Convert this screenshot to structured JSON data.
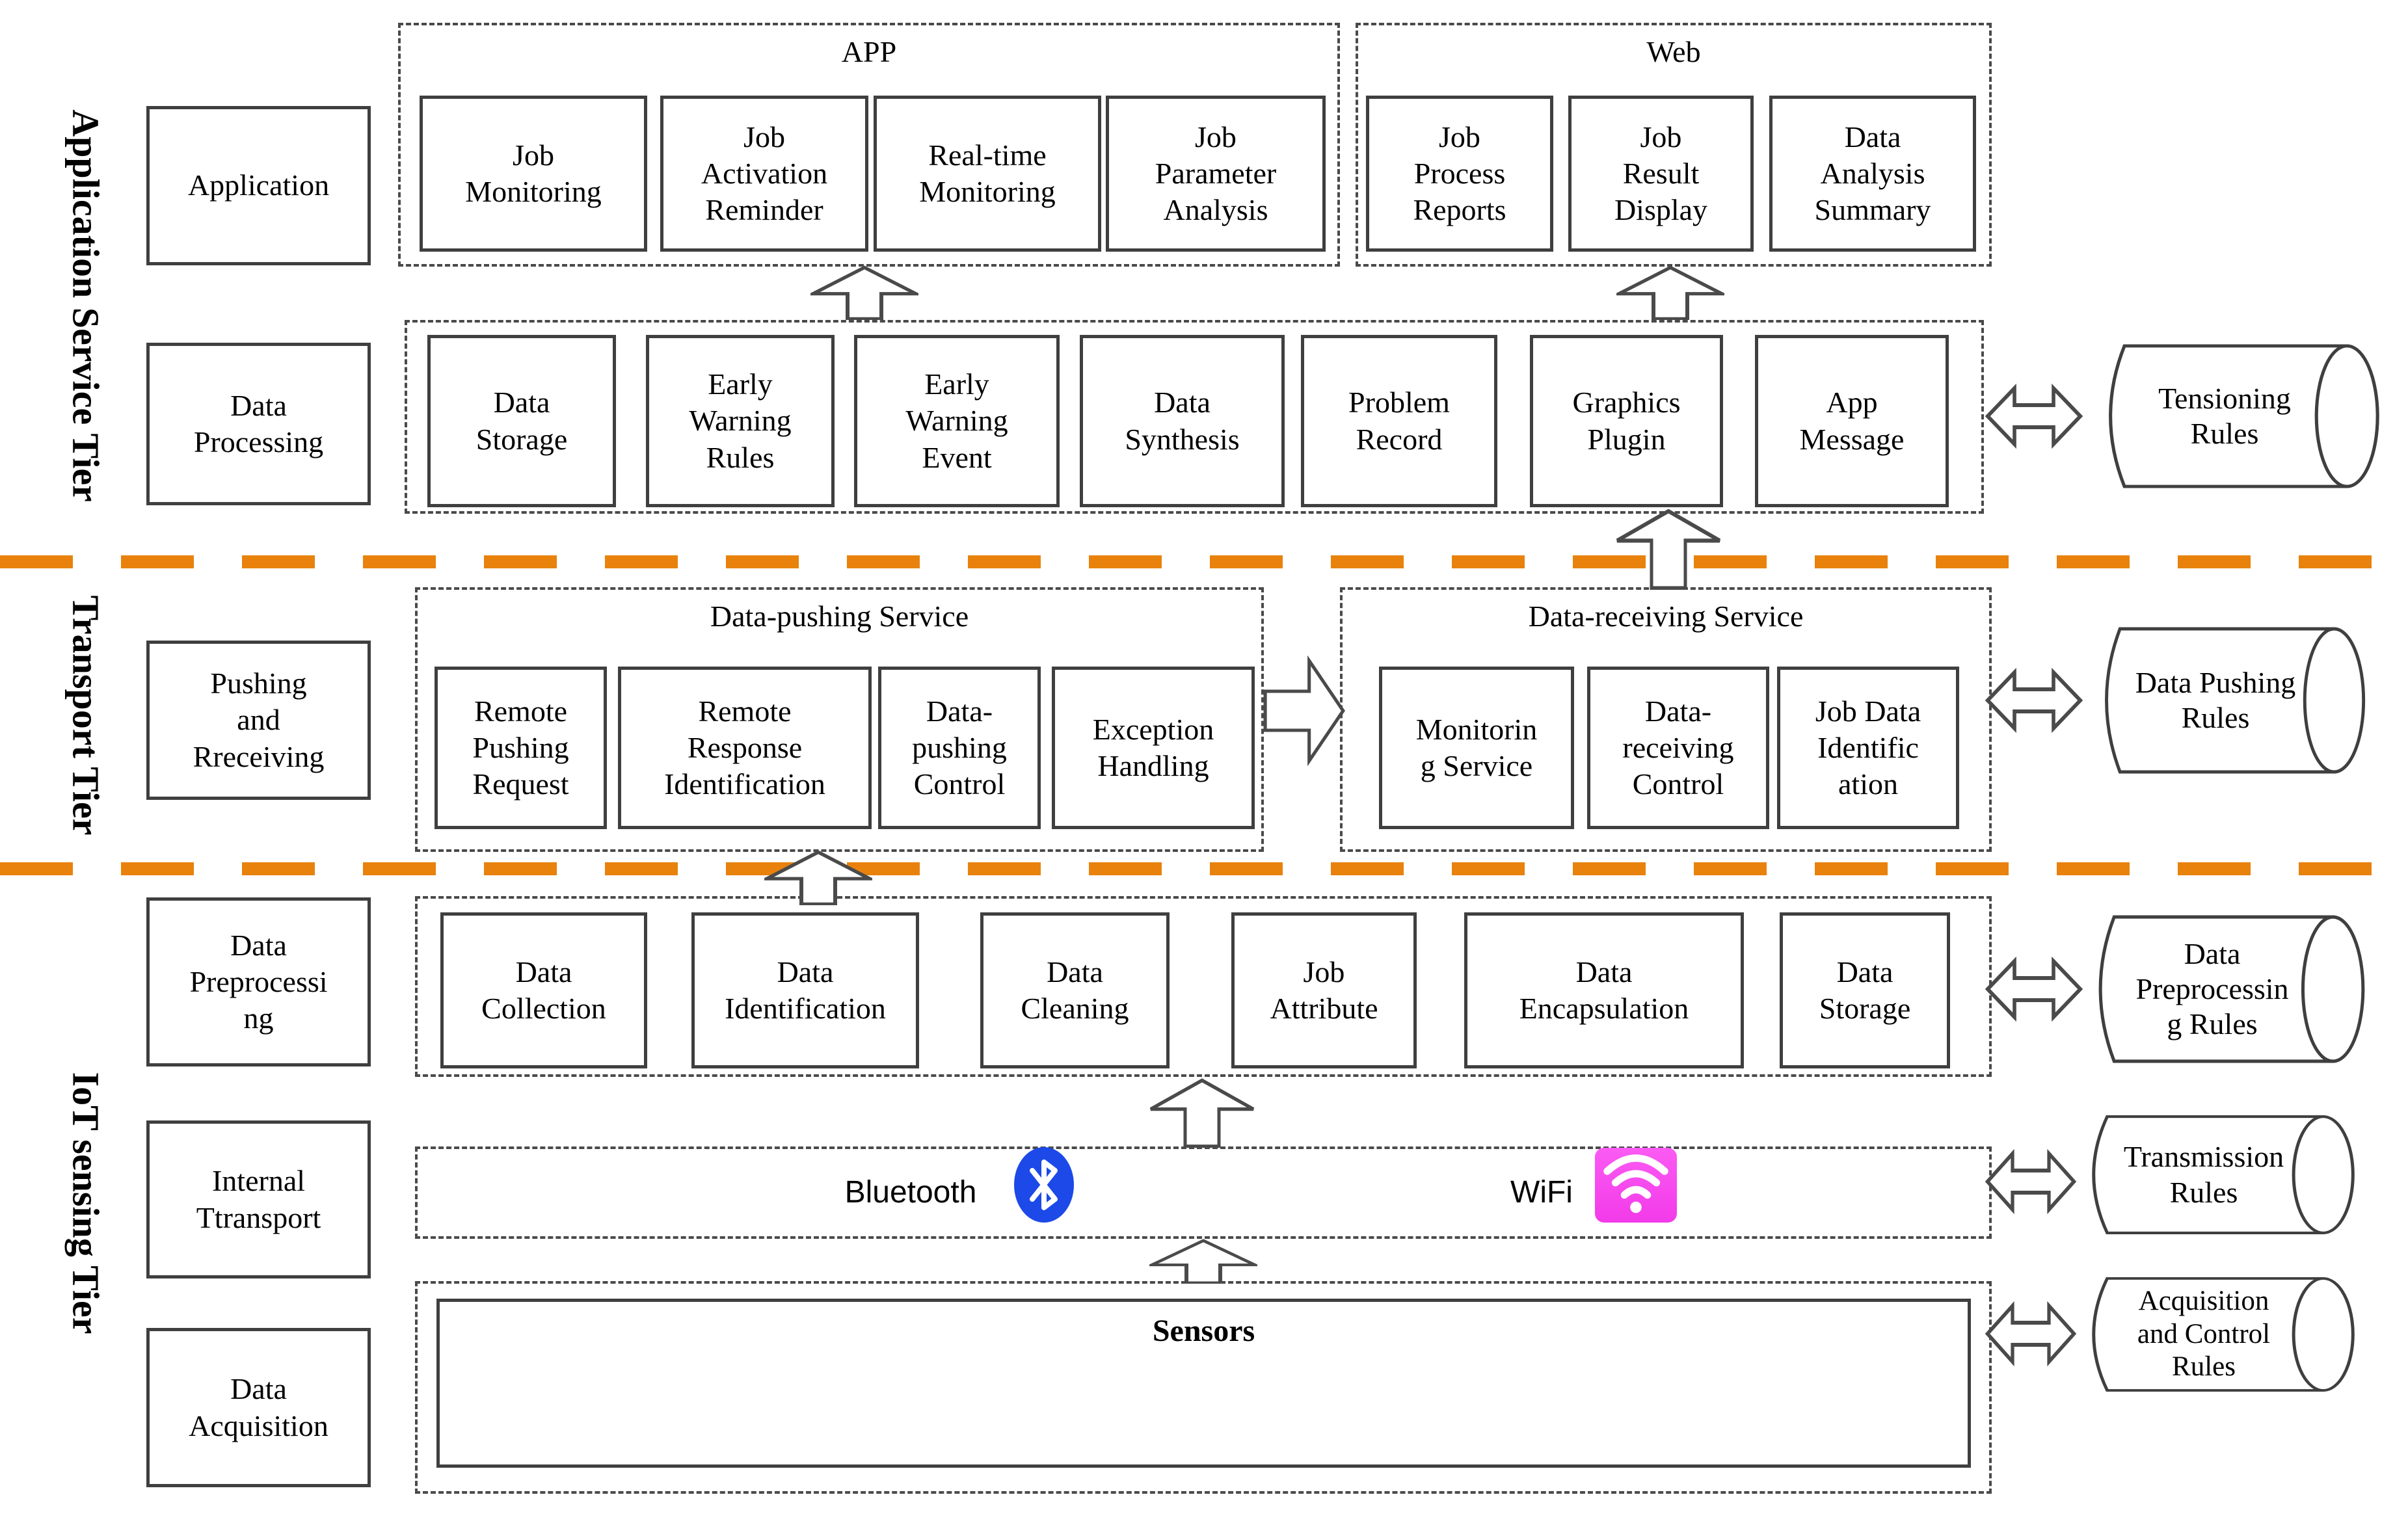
{
  "tiers": {
    "application": "Application Service Tier",
    "transport": "Transport Tier",
    "iot": "IoT sensing Tier"
  },
  "colors": {
    "divider": "#E8820D",
    "bluetooth_icon": "#1C49E8",
    "wifi_icon": "#F653EE"
  },
  "rows": {
    "application": "Application",
    "data_processing": "Data\nProcessing",
    "pushing": "Pushing\nand\nRreceiving",
    "preprocessing": "Data\nPreprocessi\nng",
    "internal_transport": "Internal\nTtransport",
    "acquisition": "Data\nAcquisition"
  },
  "app_group": {
    "title": "APP",
    "items": [
      {
        "label": "Job\nMonitoring"
      },
      {
        "label": "Job\nActivation\nReminder"
      },
      {
        "label": "Real-time\nMonitoring"
      },
      {
        "label": "Job\nParameter\nAnalysis"
      }
    ]
  },
  "web_group": {
    "title": "Web",
    "items": [
      {
        "label": "Job\nProcess\nReports"
      },
      {
        "label": "Job\nResult\nDisplay"
      },
      {
        "label": "Data\nAnalysis\nSummary"
      }
    ]
  },
  "processing_group": {
    "items": [
      {
        "label": "Data\nStorage"
      },
      {
        "label": "Early\nWarning\nRules"
      },
      {
        "label": "Early\nWarning\nEvent"
      },
      {
        "label": "Data\nSynthesis"
      },
      {
        "label": "Problem\nRecord"
      },
      {
        "label": "Graphics\nPlugin"
      },
      {
        "label": "App\nMessage"
      }
    ]
  },
  "pushing_group": {
    "title": "Data-pushing Service",
    "items": [
      {
        "label": "Remote\nPushing\nRequest"
      },
      {
        "label": "Remote\nResponse\nIdentification"
      },
      {
        "label": "Data-\npushing\nControl"
      },
      {
        "label": "Exception\nHandling"
      }
    ]
  },
  "receiving_group": {
    "title": "Data-receiving Service",
    "items": [
      {
        "label": "Monitorin\ng Service"
      },
      {
        "label": "Data-\nreceiving\nControl"
      },
      {
        "label": "Job Data\nIdentific\nation"
      }
    ]
  },
  "preprocessing_group": {
    "items": [
      {
        "label": "Data\nCollection"
      },
      {
        "label": "Data\nIdentification"
      },
      {
        "label": "Data\nCleaning"
      },
      {
        "label": "Job\nAttribute"
      },
      {
        "label": "Data\nEncapsulation"
      },
      {
        "label": "Data\nStorage"
      }
    ]
  },
  "transport_row": {
    "bluetooth": "Bluetooth",
    "wifi": "WiFi"
  },
  "sensors": {
    "label": "Sensors"
  },
  "cylinders": {
    "tensioning": "Tensioning\nRules",
    "data_pushing": "Data Pushing\nRules",
    "preprocessing": "Data\nPreprocessin\ng Rules",
    "transmission": "Transmission\nRules",
    "acquisition": "Acquisition\nand Control\nRules"
  }
}
